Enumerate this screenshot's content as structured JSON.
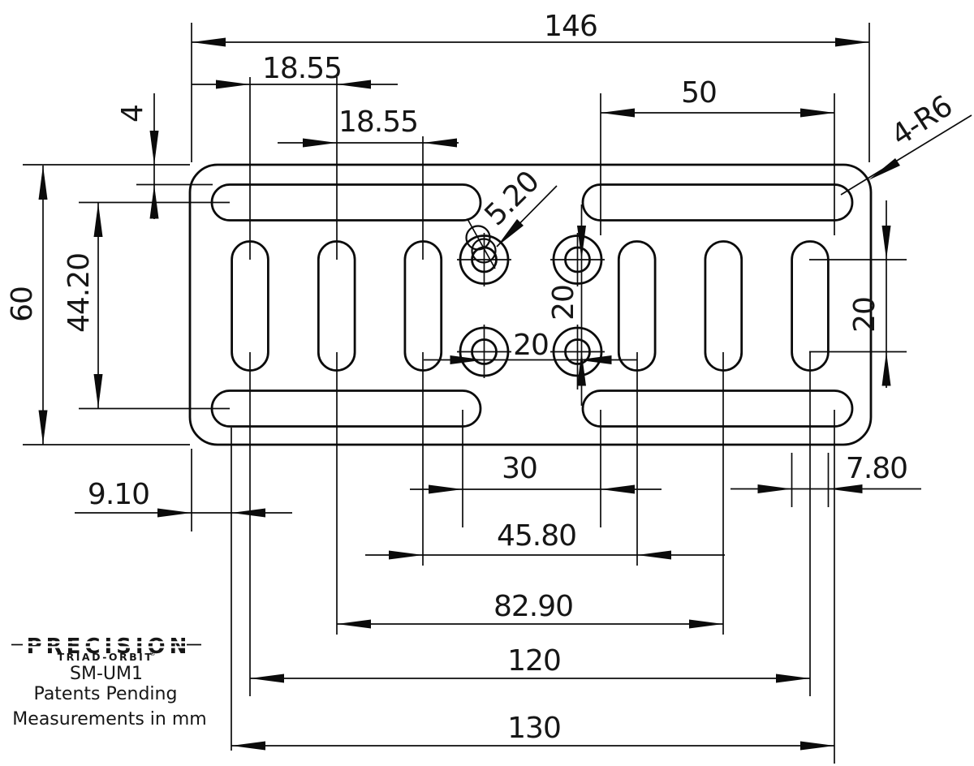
{
  "drawing": {
    "brand": "PRECISION",
    "brand_sub": "TRIAD-ORBIT",
    "reg_mark": "®",
    "part_number": "SM-UM1",
    "patents": "Patents Pending",
    "units_note": "Measurements in mm",
    "corner_callout": "4-R6",
    "dims": {
      "overall_width": "146",
      "overall_height": "60",
      "slot_pitch_a": "18.55",
      "slot_pitch_b": "18.55",
      "top_slot_length": "50",
      "edge_to_slot": "4",
      "slot_row_span": "44.20",
      "hole_dia": "5.20",
      "hole_spacing_h": "20",
      "hole_spacing_v": "20",
      "right_cap_span": "20",
      "slot_gap": "30",
      "vslot_width": "7.80",
      "edge_to_cap": "9.10",
      "inner_vslot_span": "45.80",
      "outer_vslot_span": "82.90",
      "vslot_total_span": "120",
      "hslot_total_span": "130"
    }
  }
}
